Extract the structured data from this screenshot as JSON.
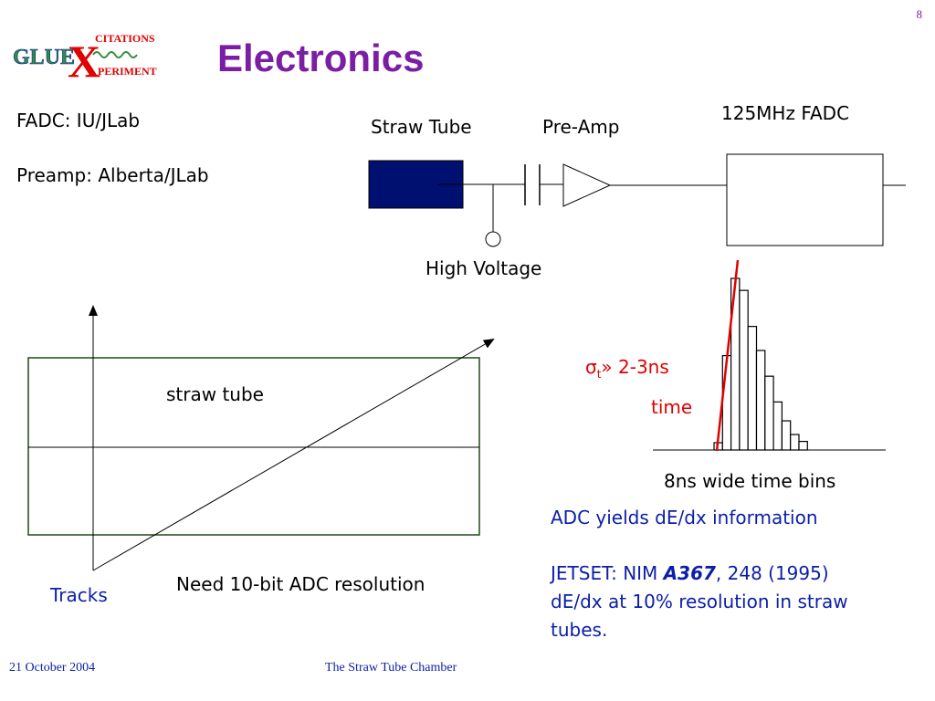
{
  "page_number": "8",
  "title": "Electronics",
  "logo": {
    "line1_main": "GLUE",
    "big_letter": "X",
    "line1_suffix": "CITATIONS",
    "line2_suffix": "PERIMENT"
  },
  "credits": {
    "fadc": "FADC: IU/JLab",
    "preamp": "Preamp: Alberta/JLab"
  },
  "circuit": {
    "fadc_label": "125MHz FADC",
    "straw_tube_label": "Straw Tube",
    "preamp_label": "Pre-Amp",
    "hv_label": "High Voltage"
  },
  "tube_diagram": {
    "label": "straw tube",
    "tracks_label": "Tracks",
    "resolution_note": "Need 10-bit ADC resolution"
  },
  "histogram": {
    "sigma_symbol": "σ",
    "sigma_sub": "t",
    "sigma_text": "» 2-3ns",
    "time_label": "time",
    "bins_label": "8ns wide time  bins",
    "bins": [
      0.02,
      0.55,
      1.0,
      0.93,
      0.72,
      0.58,
      0.43,
      0.28,
      0.17,
      0.09,
      0.05
    ]
  },
  "notes": {
    "adc_info": "ADC yields dE/dx information",
    "jetset_prefix": "JETSET: NIM ",
    "jetset_bold": "A367",
    "jetset_suffix": ", 248 (1995)",
    "jetset_line2": "dE/dx at 10% resolution in straw",
    "jetset_line3": "tubes."
  },
  "footer": {
    "date": "21 October 2004",
    "center": "The Straw Tube Chamber"
  },
  "colors": {
    "title": "#7a1fa3",
    "tube_fill": "#001070",
    "box_border": "#1e4a12",
    "fit_line": "#e10000",
    "footer": "#0b1ea8"
  }
}
